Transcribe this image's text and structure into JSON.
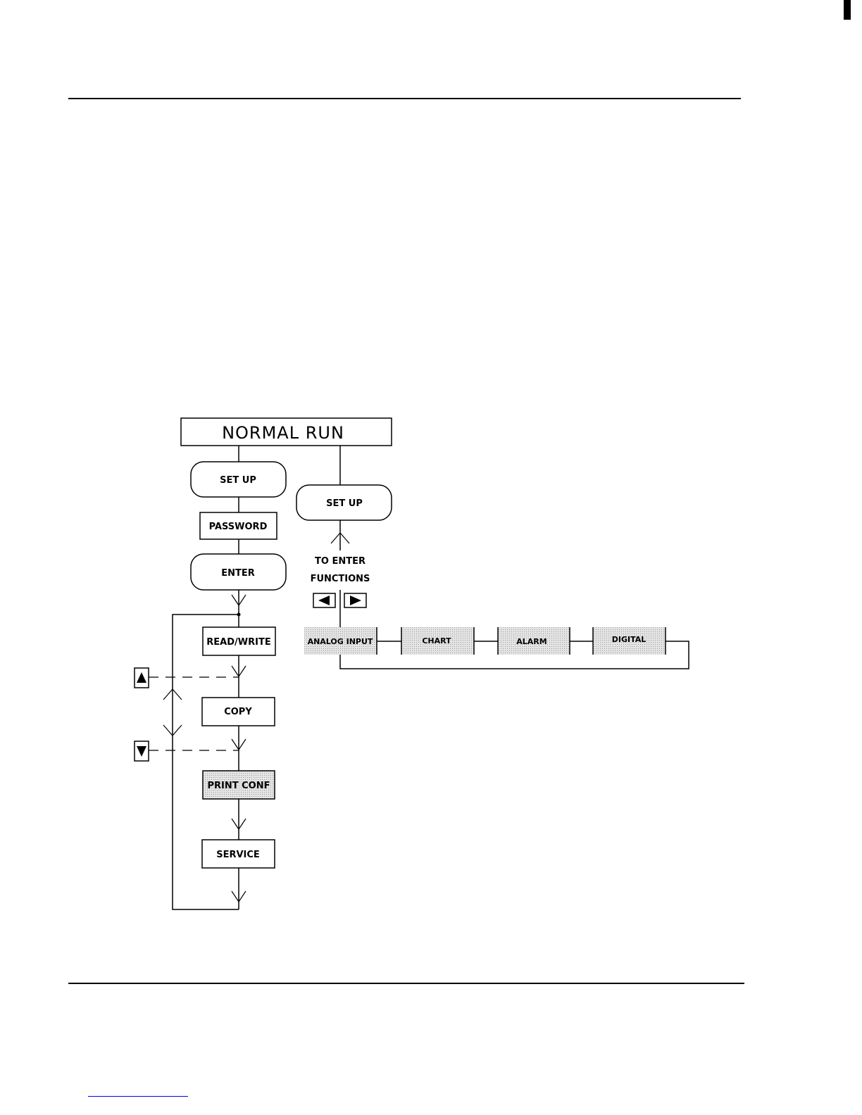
{
  "diagram": {
    "normal_run": "NORMAL RUN",
    "left_setup": "SET UP",
    "password": "PASSWORD",
    "enter": "ENTER",
    "read_write": "READ/WRITE",
    "copy": "COPY",
    "print_conf": "PRINT CONF",
    "service": "SERVICE",
    "right_setup": "SET UP",
    "to_enter": "TO ENTER",
    "functions": "FUNCTIONS",
    "analog_input": "ANALOG INPUT",
    "chart": "CHART",
    "alarm": "ALARM",
    "digital": "DIGITAL"
  },
  "icons": [
    "up-arrow-key-icon",
    "down-arrow-key-icon",
    "left-arrow-key-icon",
    "right-arrow-key-icon"
  ],
  "colors": {
    "shaded_box": "#d6d6d6",
    "line": "#000000",
    "link": "#0000ee"
  }
}
